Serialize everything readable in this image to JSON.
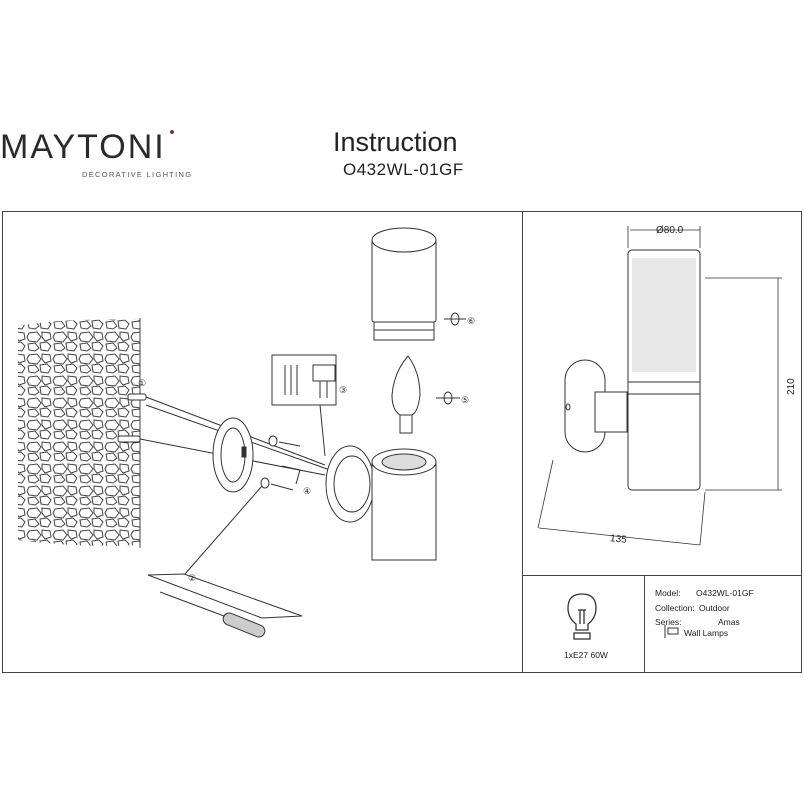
{
  "brand": {
    "name": "MAYTONI",
    "tagline": "DECORATIVE LIGHTING"
  },
  "header": {
    "title": "Instruction",
    "model_code": "O432WL-01GF"
  },
  "dimensions": {
    "diameter": "Ø80.0",
    "height": "210",
    "depth": "135"
  },
  "bulb": {
    "spec": "1xE27 60W"
  },
  "specs": {
    "model_label": "Model:",
    "model_value": "O432WL-01GF",
    "collection_label": "Collection:",
    "collection_value": "Outdoor",
    "series_label": "Series:",
    "series_value": "Amas",
    "type_value": "Wall Lamps"
  },
  "steps": [
    "①",
    "②",
    "③",
    "④",
    "⑤",
    "⑥"
  ],
  "colors": {
    "line": "#333333",
    "brand_accent": "#7a2a80"
  },
  "icons": [
    "light-bulb-icon",
    "wall-lamp-icon",
    "screwdriver-icon"
  ]
}
